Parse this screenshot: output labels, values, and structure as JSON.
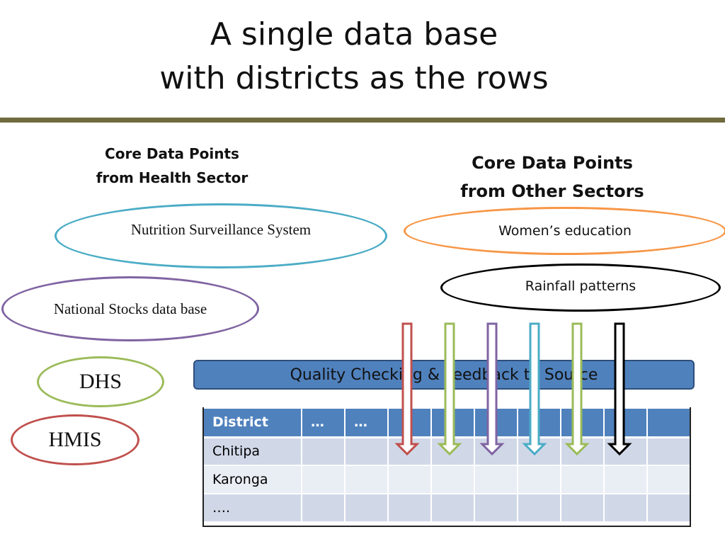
{
  "title": {
    "line1": "A single data base",
    "line2": "with districts as the rows"
  },
  "health_sector": {
    "heading_line1": "Core Data Points",
    "heading_line2": "from Health Sector",
    "sources": [
      {
        "label": "Nutrition Surveillance System",
        "color": "#4bacc6"
      },
      {
        "label": "National Stocks data base",
        "color": "#8064a2"
      },
      {
        "label": "DHS",
        "color": "#9bbb59"
      },
      {
        "label": "HMIS",
        "color": "#c0504d"
      }
    ]
  },
  "other_sectors": {
    "heading_line1": "Core Data Points",
    "heading_line2": "from Other Sectors",
    "sources": [
      {
        "label": "Women’s education",
        "color": "#f79646"
      },
      {
        "label": "Rainfall patterns",
        "color": "#000000"
      }
    ]
  },
  "quality_box": {
    "label": "Quality Checking & Feedback to Source",
    "color": "#4f81bd"
  },
  "table": {
    "header": [
      "District",
      "…",
      "…"
    ],
    "rows": [
      "Chitipa",
      "Karonga",
      "…."
    ]
  },
  "arrows": {
    "colors": [
      "#c0504d",
      "#9bbb59",
      "#8064a2",
      "#4bacc6",
      "#9bbb59",
      "#000000"
    ]
  },
  "colors": {
    "rule": "#6f6b3e",
    "table_header": "#4f81bd",
    "table_row_odd": "#d0d8e8",
    "table_row_even": "#e9edf4"
  }
}
